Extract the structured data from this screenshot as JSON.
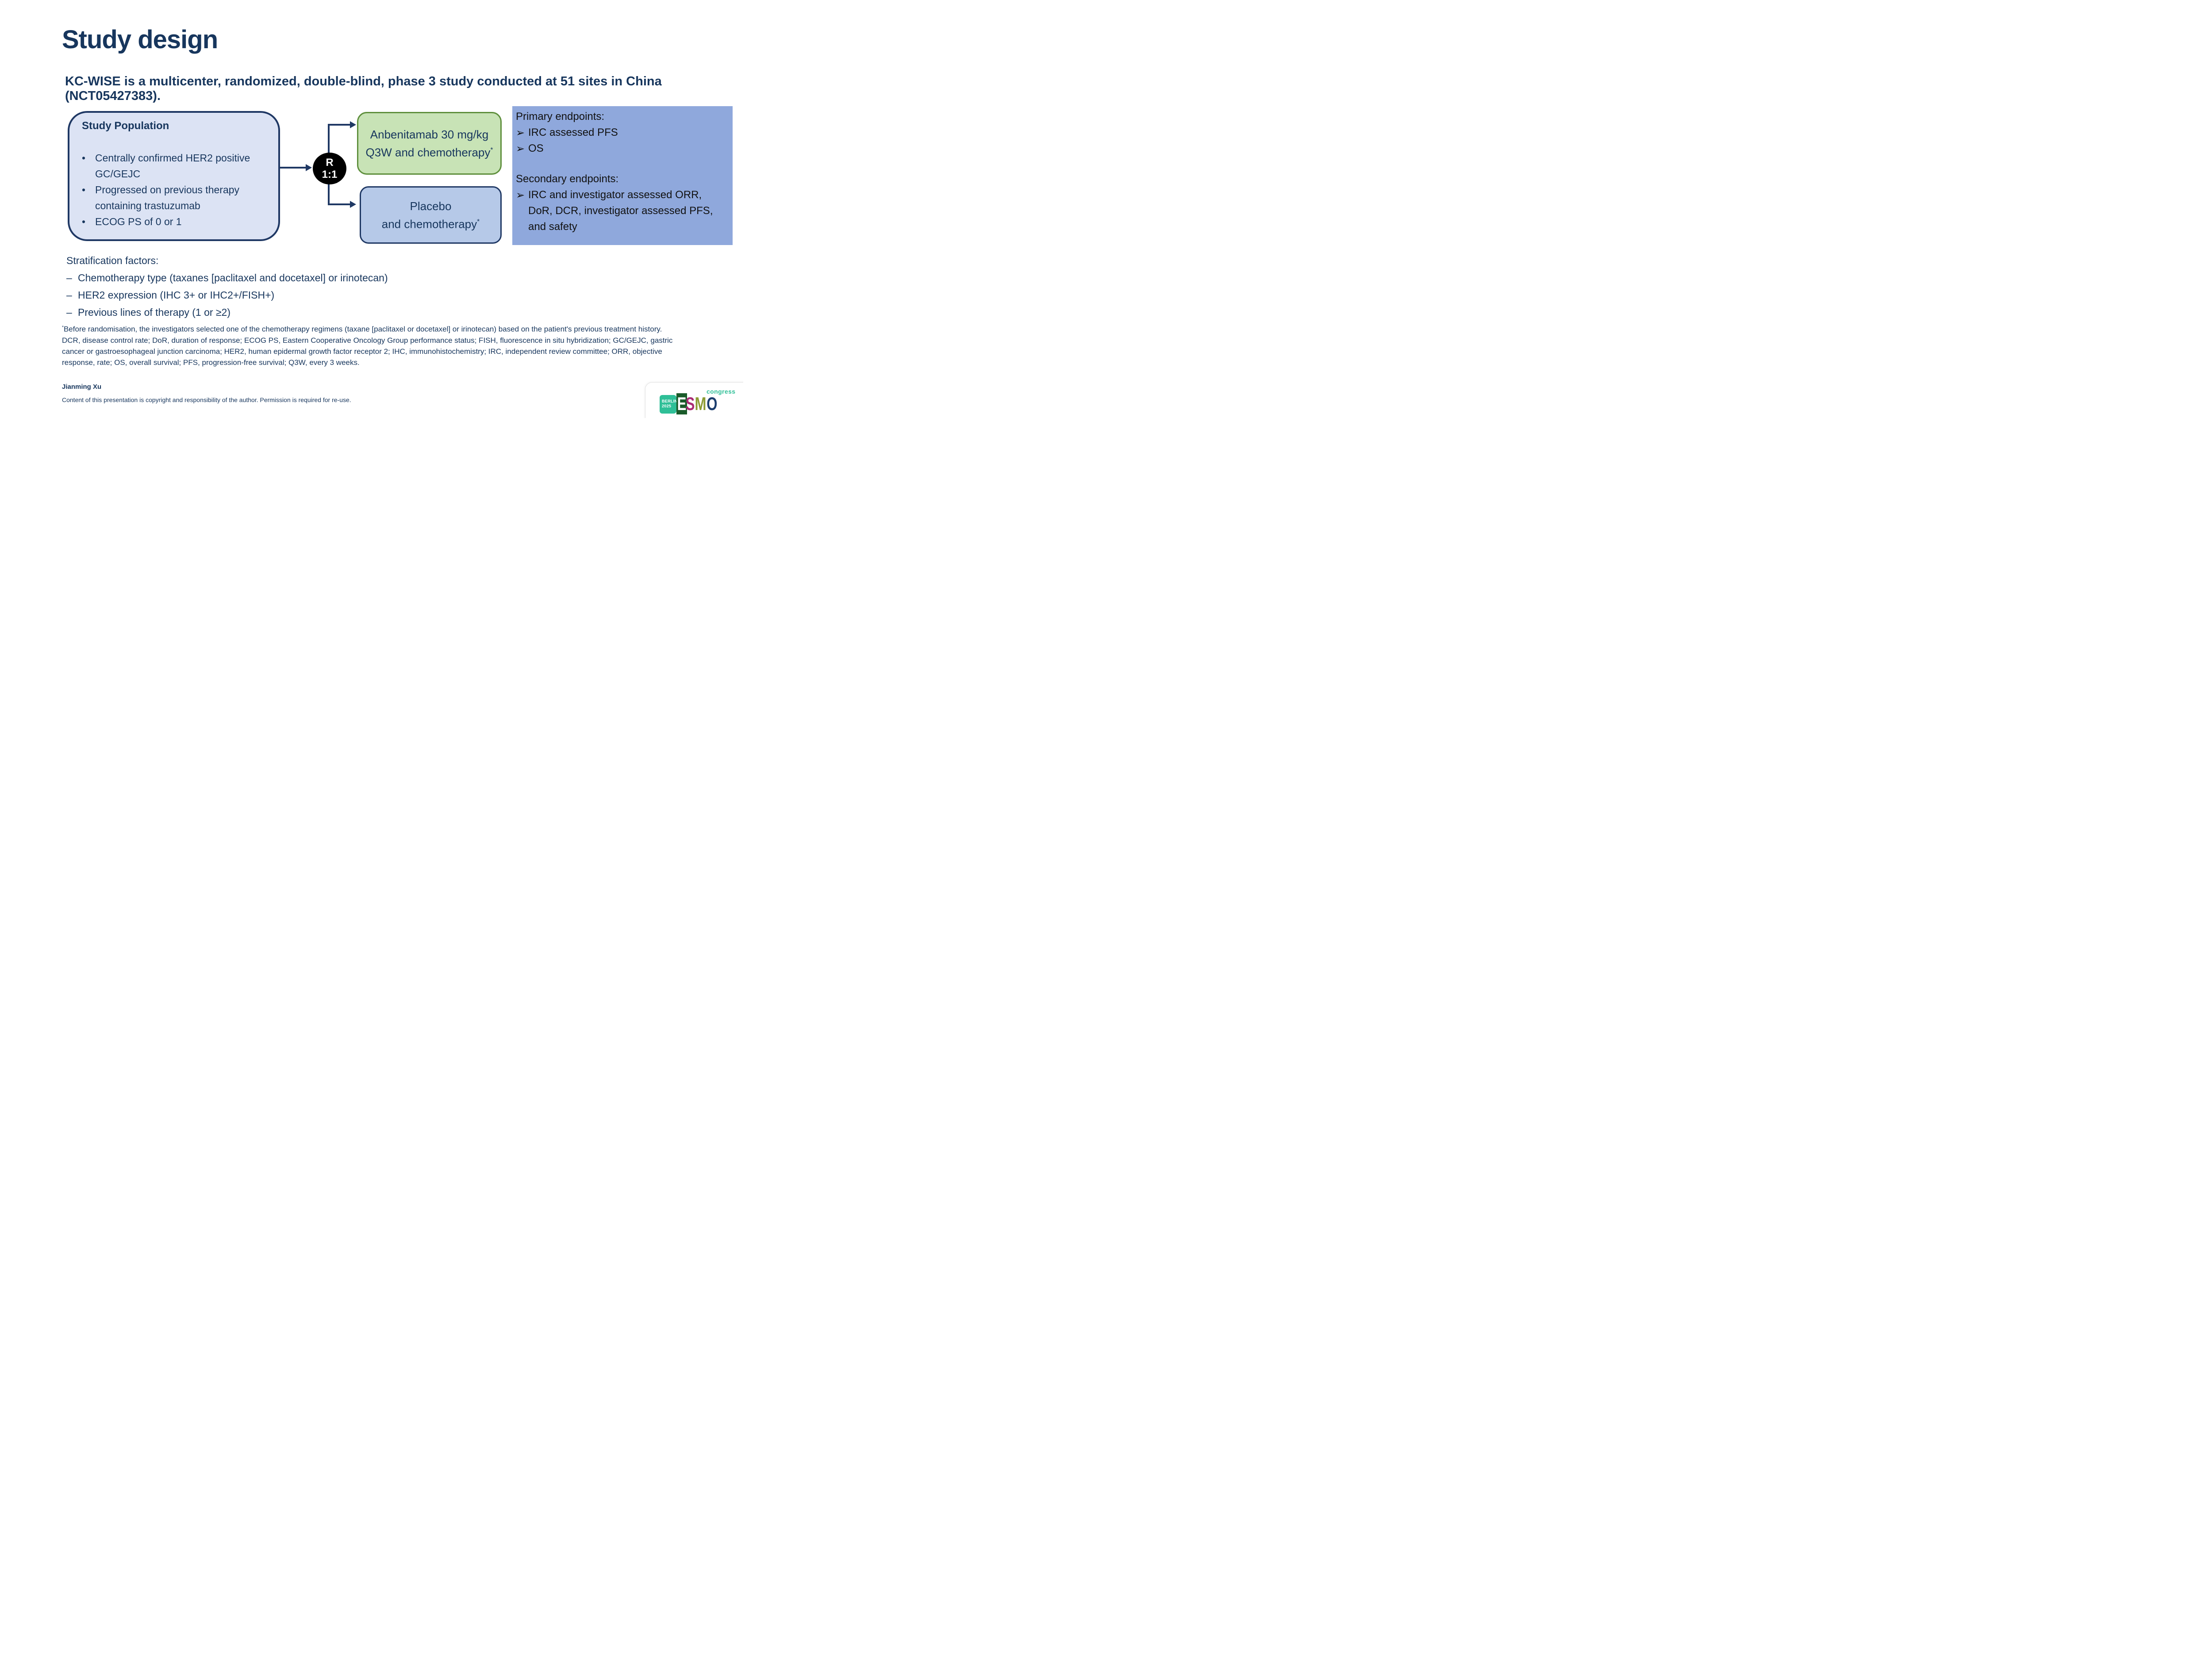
{
  "title": "Study design",
  "subtitle": "KC-WISE is a multicenter, randomized, double-blind, phase 3 study conducted at 51 sites in China (NCT05427383).",
  "study_population": {
    "title": "Study Population",
    "bullet_char": "•",
    "bullets": [
      "Centrally confirmed HER2 positive GC/GEJC",
      "Progressed on previous therapy containing trastuzumab",
      "ECOG PS of 0 or 1"
    ]
  },
  "randomization": {
    "letter": "R",
    "ratio": "1:1"
  },
  "arms": {
    "treatment": {
      "line1": "Anbenitamab 30 mg/kg",
      "line2": "Q3W and chemotherapy",
      "marker": "*"
    },
    "control": {
      "line1": "Placebo",
      "line2": "and chemotherapy",
      "marker": "*"
    }
  },
  "endpoints": {
    "bullet_char": "➢",
    "primary_title": "Primary endpoints:",
    "primary": [
      "IRC assessed PFS",
      "OS"
    ],
    "secondary_title": "Secondary endpoints:",
    "secondary": "IRC and investigator assessed ORR, DoR, DCR, investigator assessed PFS, and safety"
  },
  "stratification": {
    "title": "Stratification factors:",
    "dash": "–",
    "items": [
      "Chemotherapy type (taxanes [paclitaxel and docetaxel] or irinotecan)",
      "HER2 expression (IHC 3+ or IHC2+/FISH+)",
      "Previous lines of therapy (1 or ≥2)"
    ]
  },
  "footnote": {
    "marker": "*",
    "lines": [
      "Before randomisation, the investigators selected one of the chemotherapy regimens (taxane [paclitaxel or docetaxel] or irinotecan) based on the patient's previous treatment history.",
      "DCR, disease control rate; DoR, duration of response; ECOG PS, Eastern Cooperative Oncology Group performance status; FISH, fluorescence in situ hybridization; GC/GEJC, gastric",
      "cancer or gastroesophageal junction carcinoma; HER2, human epidermal growth factor receptor 2; IHC, immunohistochemistry; IRC, independent review committee; ORR, objective",
      "response, rate; OS, overall survival; PFS, progression-free survival; Q3W, every 3 weeks."
    ]
  },
  "author": "Jianming Xu",
  "copyright": "Content of this presentation is copyright and responsibility of the author. Permission is required for re-use.",
  "logo": {
    "city": "BERLIN",
    "year": "2025",
    "e": "E",
    "s": "S",
    "m": "M",
    "o": "O",
    "congress": "congress"
  },
  "colors": {
    "navy_text": "#17365D",
    "box_border_navy": "#1F3864",
    "population_fill": "#DCE3F4",
    "treatment_fill": "#C8E3B6",
    "treatment_border": "#5E8F3C",
    "control_fill": "#B6C9E8",
    "endpoints_fill": "#8FA8DC",
    "endpoints_text": "#111111",
    "randomizer_fill": "#000000",
    "logo_teal": "#2FBF97",
    "logo_green": "#1A5B2A",
    "logo_magenta": "#AA2B74",
    "logo_olive": "#8C9B33",
    "logo_navy": "#1C3E6E"
  }
}
